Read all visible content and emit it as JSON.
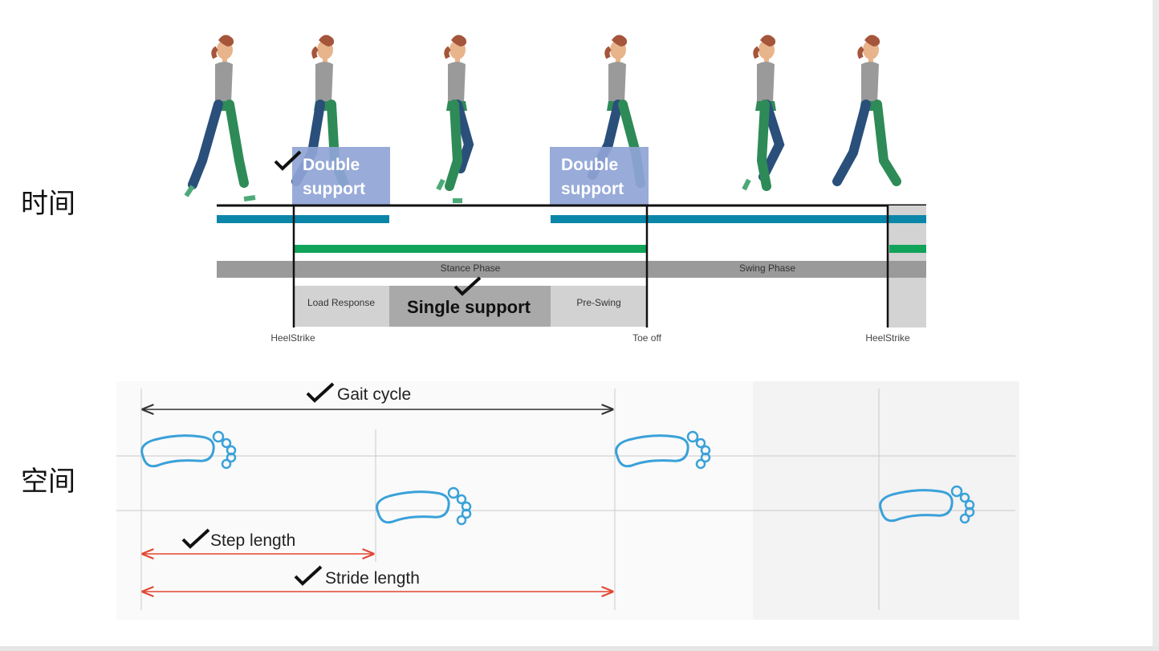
{
  "labels": {
    "time": "时间",
    "space": "空间"
  },
  "time_diagram": {
    "double_support_1": [
      "Double",
      "support"
    ],
    "double_support_2": [
      "Double",
      "support"
    ],
    "stance_phase": "Stance Phase",
    "swing_phase": "Swing Phase",
    "load_response": "Load Response",
    "single_support": "Single support",
    "pre_swing": "Pre-Swing",
    "events": [
      "HeelStrike",
      "Toe off",
      "HeelStrike"
    ]
  },
  "space_diagram": {
    "gait_cycle": "Gait cycle",
    "step_length": "Step length",
    "stride_length": "Stride length"
  },
  "colors": {
    "double_support_box": "#8fa4d6",
    "teal_bar": "#0b86a8",
    "green_bar": "#11a35a",
    "phase_bar": "#9a9a9a",
    "single_support_box": "#a9a9a9",
    "footprint": "#3aa1d9",
    "red_arrow": "#e2452f"
  }
}
